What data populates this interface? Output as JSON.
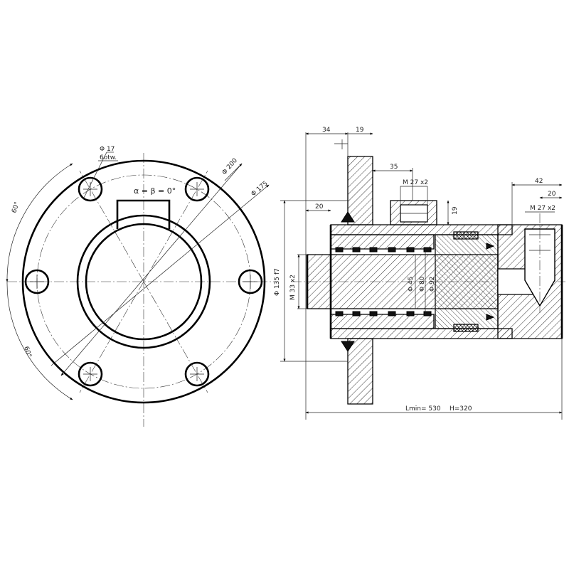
{
  "front_view": {
    "hole_diameter": "Φ 17",
    "hole_count": "6otw.",
    "angle_formula": "α = β = 0°",
    "bolt_circle": "Φ 200",
    "pitch_circle": "Φ 175",
    "angle_top": "60°",
    "angle_bottom": "60°"
  },
  "section_view": {
    "dim_34": "34",
    "dim_19_top": "19",
    "dim_35": "35",
    "thread_port_1": "M 27 x2",
    "dim_19_side": "19",
    "dim_20_left": "20",
    "dim_42": "42",
    "dim_20_right": "20",
    "thread_port_2": "M 27 x2",
    "flange_dia": "Φ 135 f7",
    "thread_shaft": "M 33 x2",
    "dia_45": "Φ 45",
    "dia_80": "Φ 80",
    "dia_92": "Φ 92",
    "length_min": "Lmin= 530",
    "stroke": "H=320"
  }
}
